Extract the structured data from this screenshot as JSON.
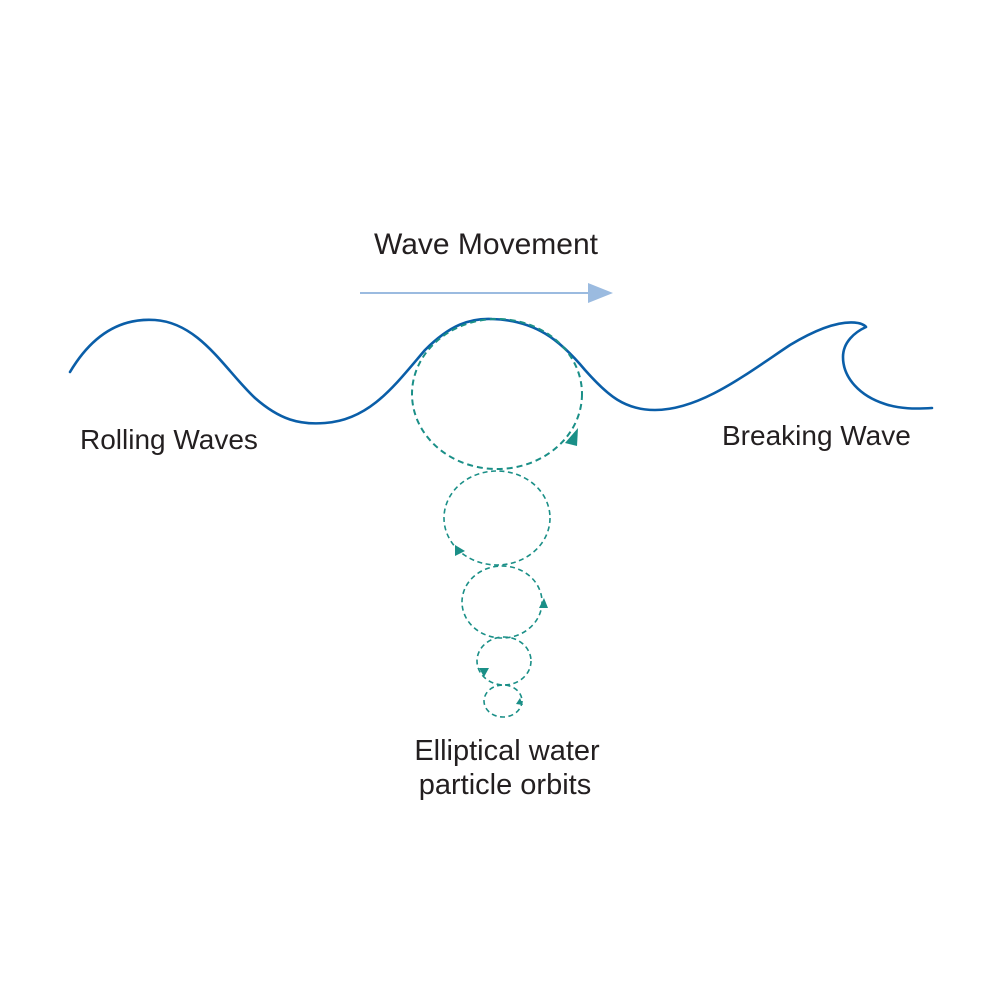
{
  "labels": {
    "wave_movement": "Wave Movement",
    "rolling_waves": "Rolling Waves",
    "breaking_wave": "Breaking Wave",
    "orbits_line1": "Elliptical water",
    "orbits_line2": "particle orbits"
  },
  "colors": {
    "wave": "#0a5ea8",
    "orbit": "#1a8f87",
    "arrow": "#9bbbe0",
    "text": "#231f20"
  }
}
